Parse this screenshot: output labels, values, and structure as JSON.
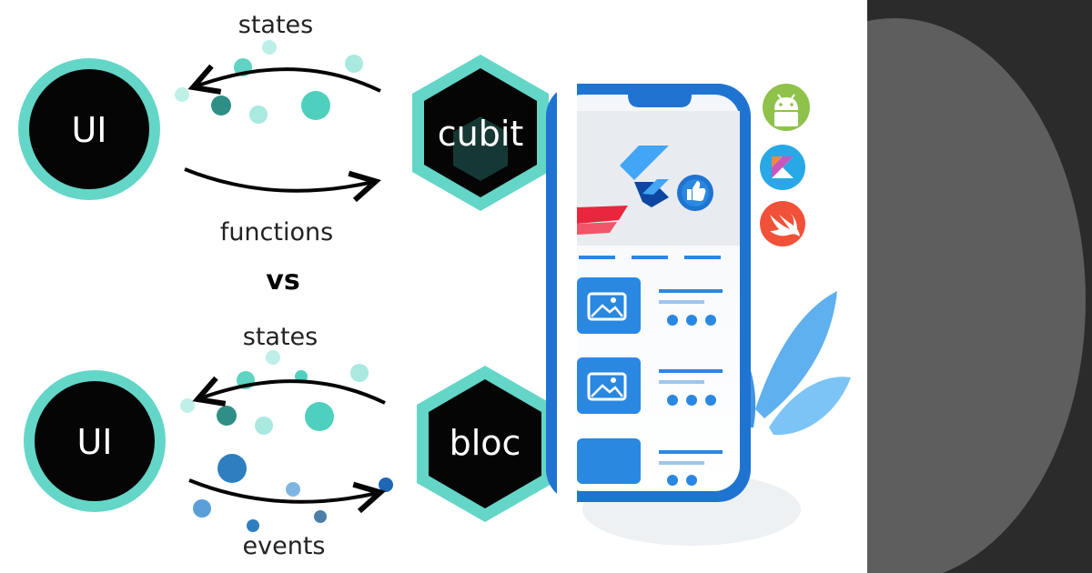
{
  "comparison": {
    "cubit_diagram": {
      "ui_label": "UI",
      "node_label": "cubit",
      "top_arrow_label": "states",
      "bottom_arrow_label": "functions"
    },
    "vs_label": "vs",
    "bloc_diagram": {
      "ui_label": "UI",
      "node_label": "bloc",
      "top_arrow_label": "states",
      "bottom_arrow_label": "events"
    }
  },
  "colors": {
    "node_fill": "#050505",
    "node_ring": "#63d6c8",
    "teal_dot": "#4fd0bf",
    "blue_dot": "#3a86c8",
    "phone_frame": "#1f74d1",
    "flutter_blue": "#42a5f5",
    "leaf_blue": "#5fb0ef"
  },
  "illustration": {
    "icons": [
      "android-icon",
      "kotlin-icon",
      "swift-icon",
      "flutter-logo",
      "like-icon",
      "image-icon"
    ]
  }
}
